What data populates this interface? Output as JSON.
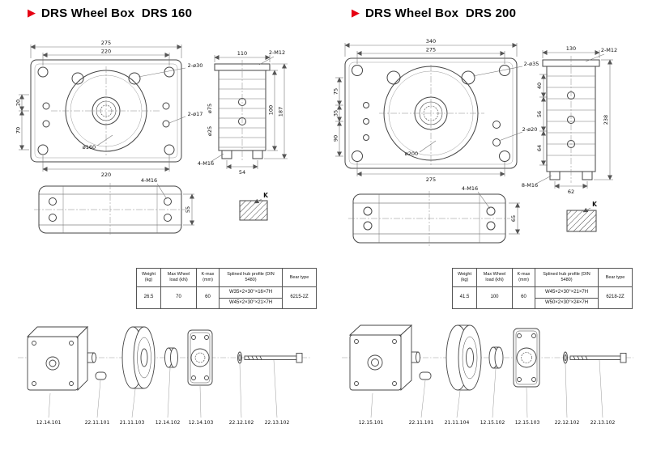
{
  "accent_color": "#e60012",
  "panels": [
    {
      "title": "DRS Wheel Box  DRS 160",
      "front": {
        "dim_outer_width": "275",
        "dim_inner_width": "220",
        "holes_top": "2-ø30",
        "dim_left_upper": "20",
        "dim_left_lower": "70",
        "holes_side": "2-ø17",
        "wheel_dia": "ø160",
        "dim_bottom": "220"
      },
      "side": {
        "dim_top": "110",
        "bolts_top": "2-M12",
        "dim_height_outer": "187",
        "dim_height_inner": "100",
        "dia_hub": "ø75",
        "dia_bore": "ø25",
        "bolts_bottom": "4-M16",
        "dim_feet": "54"
      },
      "bracket": {
        "bolts": "4-M16",
        "dim_height": "55"
      },
      "section_mark": "K",
      "table": {
        "headers": [
          "Weight (kg)",
          "Max Wheel load (kN)",
          "K-max (mm)",
          "Splined hub profile (DIN 5480)",
          "Bear type"
        ],
        "weight": "26.5",
        "max_wheel_load": "70",
        "k_max": "60",
        "spline_profile_1": "W35×2×30°×16×7H",
        "spline_profile_2": "W45×2×30°×21×7H",
        "bear_type": "6215-2Z"
      },
      "parts": [
        "12.14.101",
        "22.11.101",
        "21.11.103",
        "12.14.102",
        "12.14.103",
        "22.12.102",
        "22.13.102"
      ]
    },
    {
      "title": "DRS Wheel Box  DRS 200",
      "front": {
        "dim_outer_width": "340",
        "dim_inner_width": "275",
        "holes_top": "2-ø35",
        "dim_left_upper": "75",
        "dim_left_mid": "35",
        "dim_left_lower": "90",
        "holes_side": "2-ø20",
        "wheel_dia": "ø200",
        "dim_bottom": "275"
      },
      "side": {
        "dim_top": "130",
        "bolts_top": "2-M12",
        "dim_height_outer": "238",
        "dim_left_1": "40",
        "dim_left_2": "56",
        "dim_left_3": "64",
        "bolts_bottom": "8-M16",
        "dim_feet": "62"
      },
      "bracket": {
        "bolts": "4-M16",
        "dim_height": "65"
      },
      "section_mark": "K",
      "table": {
        "headers": [
          "Weight (kg)",
          "Max Wheel load (kN)",
          "K-max (mm)",
          "Splined hub profile (DIN 5480)",
          "Bear type"
        ],
        "weight": "41.5",
        "max_wheel_load": "100",
        "k_max": "60",
        "spline_profile_1": "W45×2×30°×21×7H",
        "spline_profile_2": "W50×2×30°×24×7H",
        "bear_type": "6218-2Z"
      },
      "parts": [
        "12.15.101",
        "22.11.101",
        "21.11.104",
        "12.15.102",
        "12.15.103",
        "22.12.102",
        "22.13.102"
      ]
    }
  ]
}
